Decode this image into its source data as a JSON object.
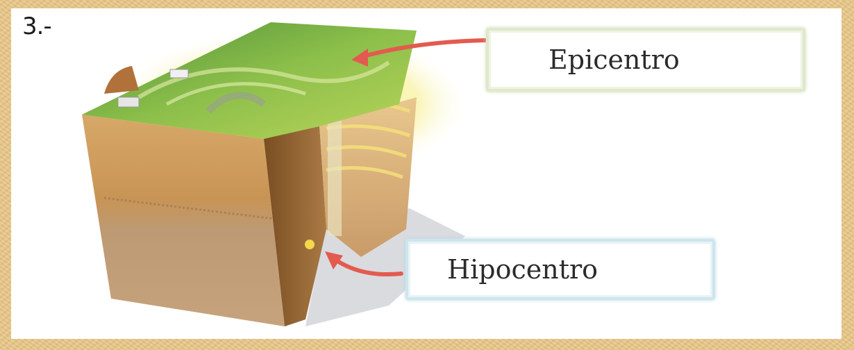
{
  "question": {
    "number": "3.-"
  },
  "labels": {
    "epicentro": "Epicentro",
    "hipocentro": "Hipocentro"
  },
  "colors": {
    "background_frame": "#e9c98b",
    "arrow": "#e35b4f",
    "ground_top": "#6aa84f",
    "soil": "#c89a5e",
    "seismic_glow": "#f4ec7a"
  },
  "icons": {
    "focus_point": "hypocenter-dot-icon"
  }
}
